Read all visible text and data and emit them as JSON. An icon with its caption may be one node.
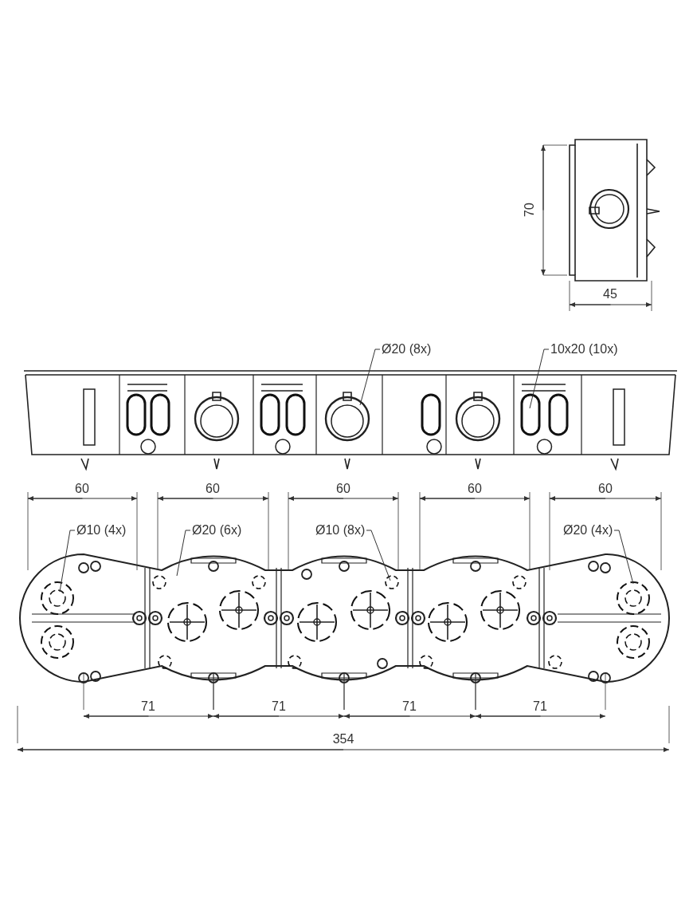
{
  "diagram": {
    "nodes": [
      {
        "text": [
          "Ø20 (8x)"
        ]
      },
      {
        "text": [
          "10x20 (10x)"
        ]
      },
      {
        "text": [
          "Ø10 (4x)"
        ]
      },
      {
        "text": [
          "Ø20 (6x)"
        ]
      },
      {
        "text": [
          "Ø10 (8x)"
        ]
      },
      {
        "text": [
          "Ø20 (4x)"
        ]
      }
    ],
    "edges": [
      {
        "from": 0,
        "to": null,
        "arrow": "none"
      },
      {
        "from": 1,
        "to": null,
        "arrow": "none"
      },
      {
        "from": 2,
        "to": null,
        "arrow": "none"
      },
      {
        "from": 3,
        "to": null,
        "arrow": "none"
      },
      {
        "from": 4,
        "to": null,
        "arrow": "none"
      },
      {
        "from": 5,
        "to": null,
        "arrow": "none"
      }
    ],
    "labels": [
      "70",
      "45",
      "60",
      "60",
      "60",
      "60",
      "60",
      "71",
      "71",
      "71",
      "71",
      "354"
    ]
  }
}
